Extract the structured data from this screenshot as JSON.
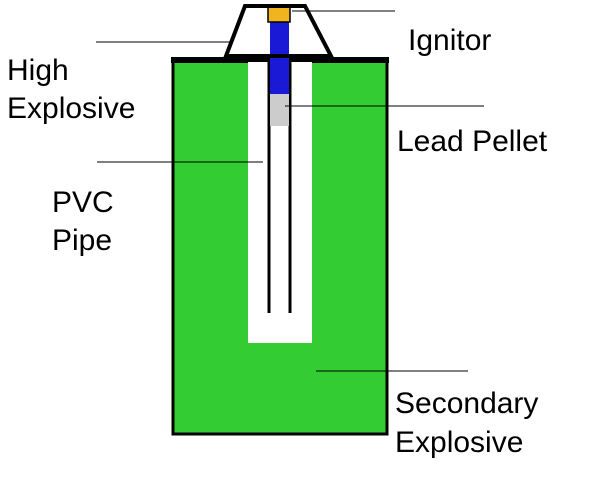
{
  "labels": {
    "high_explosive_line1": "High",
    "high_explosive_line2": "Explosive",
    "ignitor": "Ignitor",
    "lead_pellet": "Lead Pellet",
    "pvc_pipe_line1": "PVC",
    "pvc_pipe_line2": "Pipe",
    "secondary_explosive_line1": "Secondary",
    "secondary_explosive_line2": "Explosive"
  },
  "colors": {
    "explosive_green": "#33cc33",
    "ignitor_yellow": "#f0b41e",
    "blue_charge": "#1a1ad6",
    "lead_pellet_gray": "#cccccc",
    "outline": "#000000",
    "background": "#ffffff"
  }
}
